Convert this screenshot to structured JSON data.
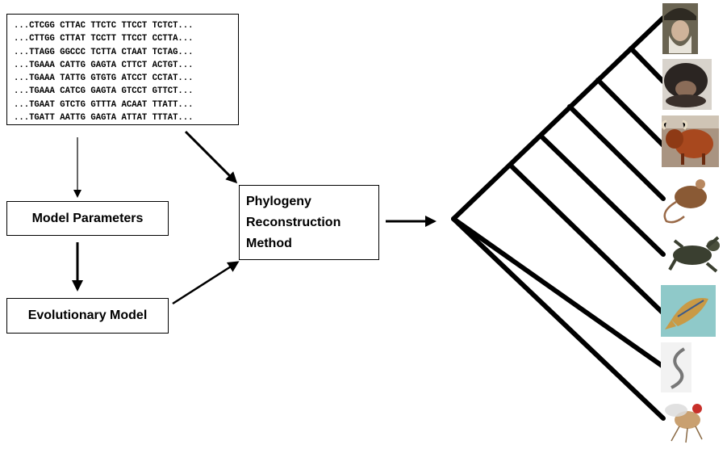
{
  "sequences": [
    "...CTCGG CTTAC TTCTC TTCCT TCTCT...",
    "...CTTGG CTTAT TCCTT TTCCT CCTTA...",
    "...TTAGG GGCCC TCTTA CTAAT TCTAG...",
    "...TGAAA CATTG GAGTA CTTCT ACTGT...",
    "...TGAAA TATTG GTGTG ATCCT CCTAT...",
    "...TGAAA CATCG GAGTA GTCCT GTTCT...",
    "...TGAAT GTCTG GTTTA ACAAT TTATT...",
    "...TGATT AATTG GAGTA ATTAT TTTAT..."
  ],
  "boxes": {
    "model_parameters": "Model Parameters",
    "evolutionary_model": "Evolutionary Model",
    "method_lines": [
      "Phylogeny",
      "Reconstruction",
      "Method"
    ]
  },
  "taxa_icons": [
    "human-icon",
    "chimpanzee-icon",
    "cow-icon",
    "mouse-icon",
    "frog-icon",
    "zebrafish-icon",
    "nematode-icon",
    "fruit-fly-icon"
  ],
  "colors": {
    "ink": "#000000",
    "fish_bg": "#8fc9c9"
  }
}
